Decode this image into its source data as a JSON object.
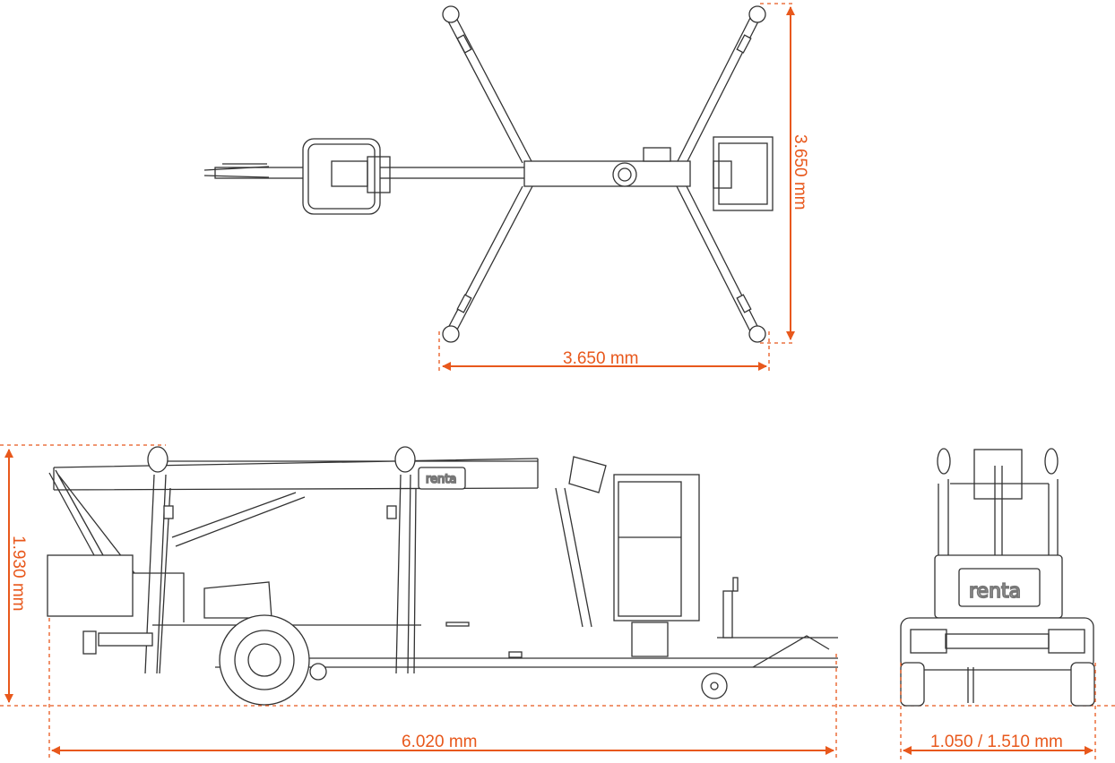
{
  "title": "Trailer-mounted boom lift dimension drawing",
  "accent_color": "#e8581c",
  "brand_logo": "renta",
  "views": {
    "top": {
      "outrigger_span_width": "3.650 mm",
      "outrigger_span_length": "3.650 mm"
    },
    "side": {
      "stowed_height": "1.930 mm",
      "overall_length": "6.020 mm"
    },
    "front": {
      "overall_width": "1.050 / 1.510 mm"
    }
  }
}
